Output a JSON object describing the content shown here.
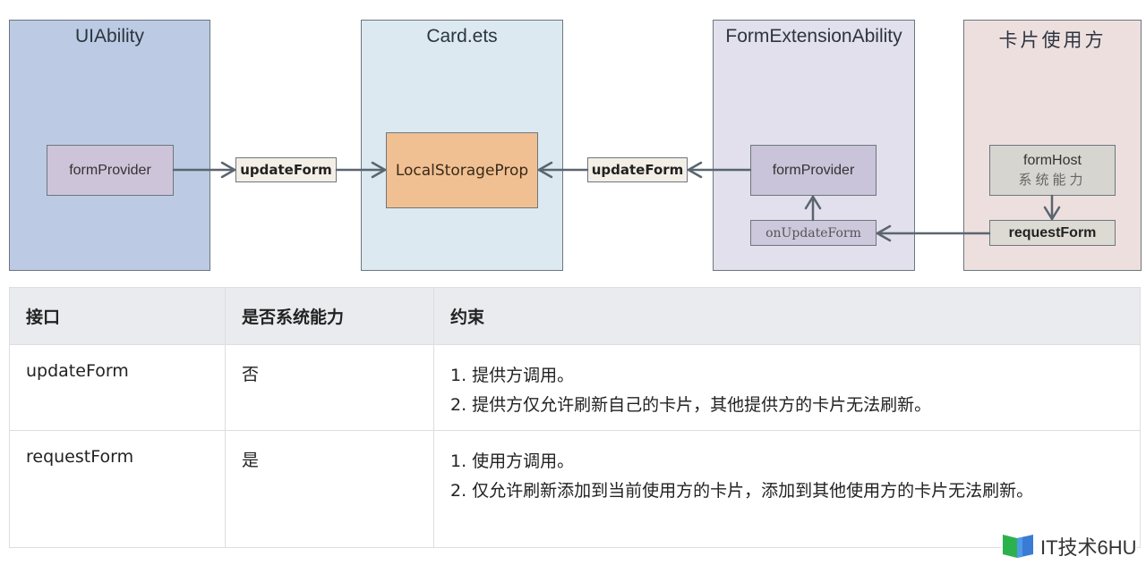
{
  "diagram": {
    "groups": {
      "ui_ability": "UIAbility",
      "card_ets": "Card.ets",
      "form_extension_ability": "FormExtensionAbility",
      "card_user": "卡片使用方"
    },
    "nodes": {
      "form_provider_ui": "formProvider",
      "local_storage_prop": "LocalStorageProp",
      "form_provider_ext": "formProvider",
      "on_update_form": "onUpdateForm",
      "form_host": "formHost",
      "form_host_sub": "系统能力",
      "request_form": "requestForm"
    },
    "edge_labels": {
      "update_form_left": "updateForm",
      "update_form_right": "updateForm"
    },
    "colors": {
      "ui_ability_bg": "#bccbe3",
      "card_ets_bg": "#dde9f0",
      "form_extension_bg": "#e1e0ec",
      "card_user_bg": "#eedfdf",
      "local_storage_prop_bg": "#f1c092",
      "arrow": "#5a6570"
    }
  },
  "table": {
    "headers": [
      "接口",
      "是否系统能力",
      "约束"
    ],
    "rows": [
      {
        "api": "updateForm",
        "system_capability": "否",
        "constraints": [
          "1. 提供方调用。",
          "2. 提供方仅允许刷新自己的卡片，其他提供方的卡片无法刷新。"
        ]
      },
      {
        "api": "requestForm",
        "system_capability": "是",
        "constraints": [
          "1. 使用方调用。",
          "2. 仅允许刷新添加到当前使用方的卡片，添加到其他使用方的卡片无法刷新。"
        ]
      }
    ]
  },
  "watermark": {
    "text": "IT技术6HU",
    "icon": "book-logo-icon"
  }
}
